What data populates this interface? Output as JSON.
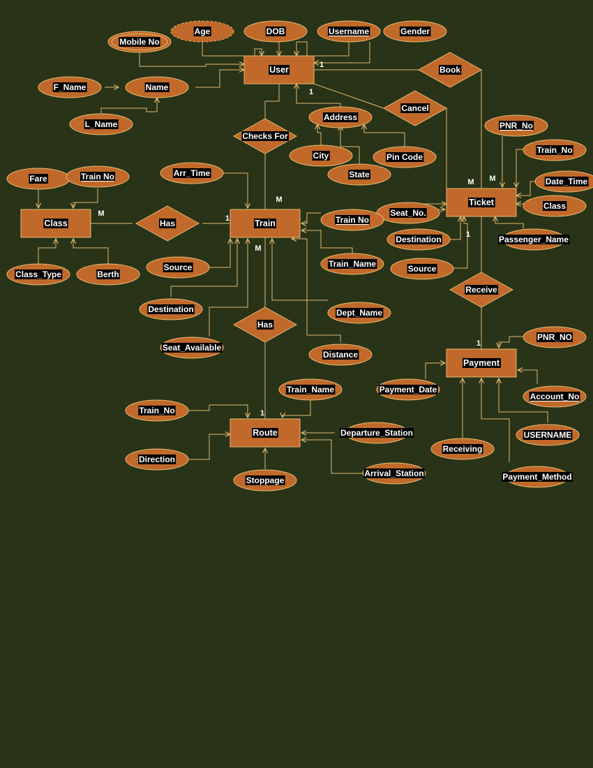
{
  "colors": {
    "background": "#283318",
    "shape_fill": "#c0692a",
    "shape_stroke": "#e6ba70",
    "edge": "#e6ba70",
    "label_bg": "#000000",
    "label_text": "#ffffff"
  },
  "entities": {
    "user": "User",
    "ticket": "Ticket",
    "class": "Class",
    "train": "Train",
    "route": "Route",
    "payment": "Payment"
  },
  "relationships": {
    "book": "Book",
    "cancel": "Cancel",
    "checks_for": "Checks For",
    "has_class": "Has",
    "has_route": "Has",
    "receive": "Receive"
  },
  "attributes": {
    "user_mobile_no": "Mobile No",
    "user_age": "Age",
    "user_dob": "DOB",
    "user_username": "Username",
    "user_gender": "Gender",
    "user_name": "Name",
    "user_f_name": "F_Name",
    "user_l_name": "L_Name",
    "user_address": "Address",
    "user_city": "City",
    "user_pin_code": "Pin Code",
    "user_state": "State",
    "ticket_pnr_no": "PNR_No",
    "ticket_train_no": "Train_No",
    "ticket_date_time": "Date_Time",
    "ticket_class": "Class",
    "ticket_seat_no": "Seat_No.",
    "ticket_destination": "Destination",
    "ticket_passenger_name": "Passenger_Name",
    "ticket_source": "Source",
    "class_fare": "Fare",
    "class_train_no": "Train No",
    "class_class_type": "Class_Type",
    "class_berth": "Berth",
    "train_arr_time": "Arr_Time",
    "train_train_no": "Train No",
    "train_train_name": "Train_Name",
    "train_source": "Source",
    "train_destination": "Destination",
    "train_dept_name": "Dept_Name",
    "train_seat_available": "Seat_Available",
    "train_distance": "Distance",
    "route_train_name": "Train_Name",
    "route_train_no": "Train_No",
    "route_departure_station": "Departure_Station",
    "route_direction": "Direction",
    "route_arrival_station": "Arrival_Station",
    "route_stoppage": "Stoppage",
    "payment_pnr_no": "PNR_NO",
    "payment_payment_date": "Payment_Date",
    "payment_account_no": "Account_No",
    "payment_username": "USERNAME",
    "payment_receiving": "Receiving",
    "payment_payment_method": "Payment_Method"
  },
  "cardinalities": {
    "user_book": "1",
    "user_cancel": "1",
    "ticket_book": "M",
    "ticket_cancel": "M",
    "ticket_receive": "1",
    "class_has": "M",
    "train_has_class": "1",
    "train_checks_for": "M",
    "train_has_route": "M",
    "route_has": "1",
    "payment_receive": "1"
  }
}
